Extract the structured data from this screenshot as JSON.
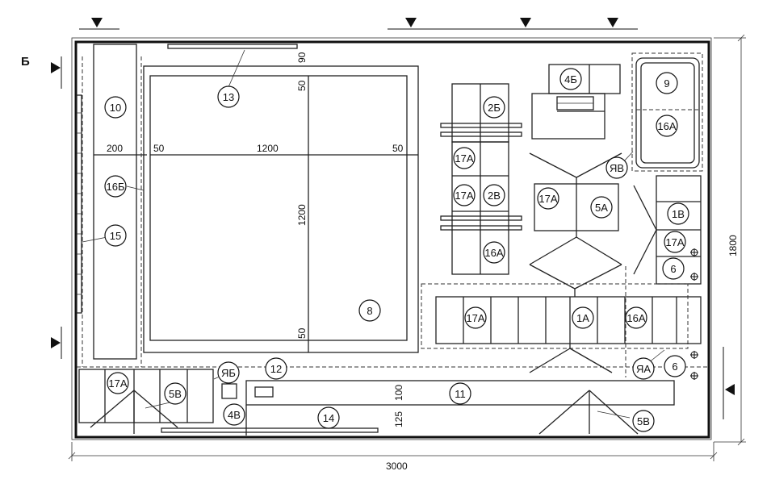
{
  "section_label": "Б",
  "dimensions": {
    "overall_width": "3000",
    "overall_height": "1800",
    "strip_width": "200",
    "gap_left": "50",
    "tile_width": "1200",
    "gap_right": "50",
    "top_90": "90",
    "top_50": "50",
    "tile_height": "1200",
    "bottom_50": "50",
    "bottom_100": "100",
    "bottom_125": "125"
  },
  "markers": {
    "m10": "10",
    "m13": "13",
    "m16B_left": "16Б",
    "m15": "15",
    "m8": "8",
    "m2B_top": "2Б",
    "m17A_1": "17А",
    "m17A_2": "17А",
    "m2V": "2В",
    "m16A_mid": "16А",
    "m4B": "4Б",
    "m9": "9",
    "m16A_top": "16А",
    "mYaV": "ЯВ",
    "m17A_3": "17А",
    "m5A": "5А",
    "m1V": "1В",
    "m17A_4": "17А",
    "m6_top": "6",
    "m17A_5": "17А",
    "m1A": "1А",
    "m16A_bottom": "16А",
    "mYaA": "ЯА",
    "m6_bottom": "6",
    "m17A_6": "17А",
    "m5V_left": "5В",
    "mYaB": "ЯБ",
    "m12": "12",
    "m4V": "4В",
    "m14": "14",
    "m11": "11",
    "m5V_right": "5В"
  }
}
